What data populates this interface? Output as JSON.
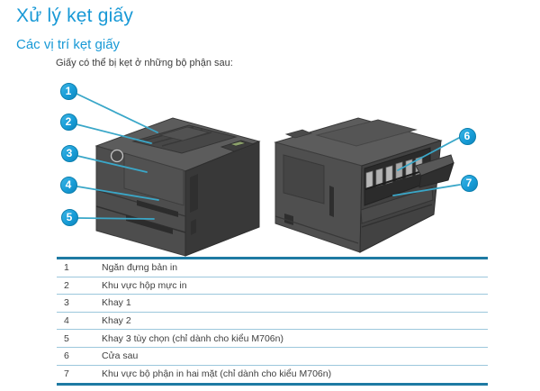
{
  "page": {
    "title": "Xử lý kẹt giấy",
    "subtitle": "Các vị trí kẹt giấy",
    "intro": "Giấy có thể bị kẹt ở những bộ phận sau:"
  },
  "colors": {
    "heading_blue": "#1899d6",
    "callout_fill": "#189dd8",
    "callout_line": "#3aa7c8",
    "table_border": "#1e7aa3",
    "row_separator": "#9cc7dc"
  },
  "figure": {
    "front_printer": "front-view-of-printer-with-trays",
    "rear_printer": "rear-view-of-printer-with-open-rear-door"
  },
  "callouts": [
    {
      "number": "1"
    },
    {
      "number": "2"
    },
    {
      "number": "3"
    },
    {
      "number": "4"
    },
    {
      "number": "5"
    },
    {
      "number": "6"
    },
    {
      "number": "7"
    }
  ],
  "table": {
    "rows": [
      {
        "num": "1",
        "label": "Ngăn đựng bản in"
      },
      {
        "num": "2",
        "label": "Khu vực hộp mực in"
      },
      {
        "num": "3",
        "label": "Khay 1"
      },
      {
        "num": "4",
        "label": "Khay 2"
      },
      {
        "num": "5",
        "label": "Khay 3 tùy chọn (chỉ dành cho kiểu M706n)"
      },
      {
        "num": "6",
        "label": "Cửa sau"
      },
      {
        "num": "7",
        "label": "Khu vực bộ phận in hai mặt (chỉ dành cho kiểu M706n)"
      }
    ]
  }
}
